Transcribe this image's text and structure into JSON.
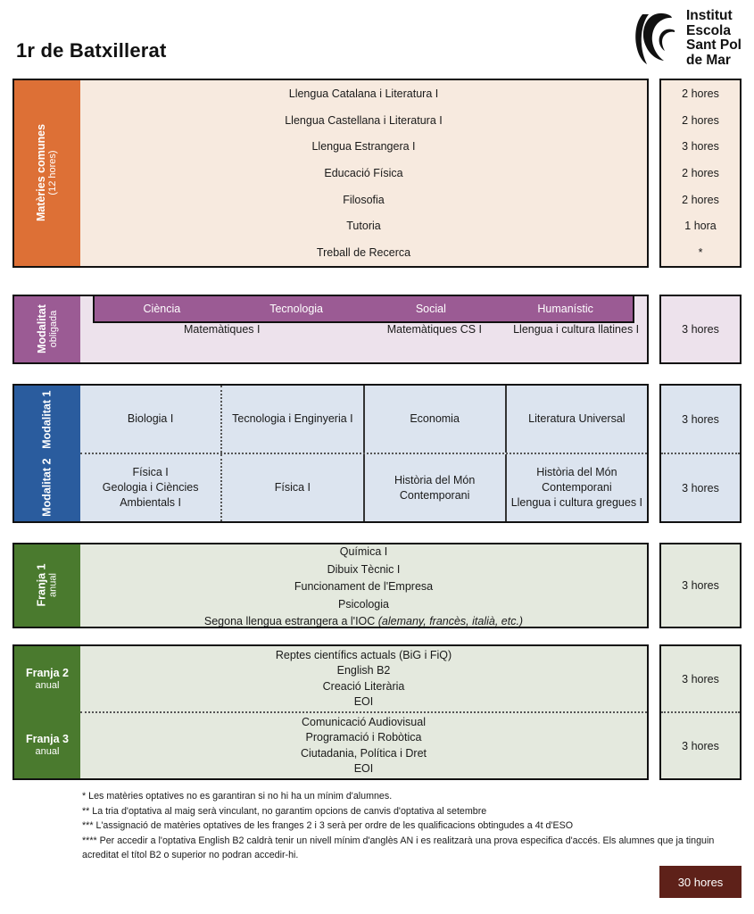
{
  "header": {
    "title": "1r de Batxillerat",
    "logo": {
      "icon": "institut-escola-logo-mark",
      "line1": "Institut",
      "line2": "Escola",
      "line3": "Sant Pol",
      "line4": "de Mar"
    }
  },
  "colors": {
    "comunes_side": "#DD7036",
    "comunes_body": "#F7EADF",
    "modalitat_side": "#9B5B94",
    "modalitat_body": "#EDE2EC",
    "blue_side": "#2A5C9E",
    "blue_body": "#DCE4EF",
    "green_side": "#4A7A2E",
    "green_body": "#E4E9DE",
    "total_badge": "#5E2119"
  },
  "comunes": {
    "label_main": "Matèries comunes",
    "label_sub": "(12 hores)",
    "subjects": [
      {
        "name": "Llengua Catalana i Literatura I",
        "hours": "2 hores"
      },
      {
        "name": "Llengua Castellana i Literatura I",
        "hours": "2 hores"
      },
      {
        "name": "Llengua Estrangera I",
        "hours": "3 hores"
      },
      {
        "name": "Educació Física",
        "hours": "2 hores"
      },
      {
        "name": "Filosofia",
        "hours": "2 hores"
      },
      {
        "name": "Tutoria",
        "hours": "1 hora"
      },
      {
        "name": "Treball de Recerca",
        "hours": "*"
      }
    ]
  },
  "modalitat_obligada": {
    "label_main": "Modalitat",
    "label_sub": "obligada",
    "columns": [
      "Ciència",
      "Tecnologia",
      "Social",
      "Humanístic"
    ],
    "cells": [
      "Matemàtiques I",
      "",
      "Matemàtiques CS I",
      "Llengua i cultura llatines I"
    ],
    "hours": "3 hores"
  },
  "modalitats": {
    "row1": {
      "label_main": "Modalitat 1",
      "cells": [
        "Biologia I",
        "Tecnologia i Enginyeria I",
        "Economia",
        "Literatura Universal"
      ],
      "hours": "3 hores"
    },
    "row2": {
      "label_main": "Modalitat 2",
      "cells": [
        "Física I\nGeologia i Ciències\nAmbientals I",
        "Física I",
        "Història del Món\nContemporani",
        "Història del Món\nContemporani\nLlengua i cultura gregues I"
      ],
      "hours": "3 hores"
    }
  },
  "franja1": {
    "label_main": "Franja 1",
    "label_sub": "anual",
    "items": [
      "Química I",
      "Dibuix Tècnic I",
      "Funcionament de l'Empresa",
      "Psicologia"
    ],
    "last_item_plain": "Segona llengua estrangera a l'IOC",
    "last_item_italic": "(alemany, francès, italià, etc.)",
    "hours": "3 hores"
  },
  "franja2": {
    "label_main": "Franja 2",
    "label_sub": "anual",
    "items": [
      "Reptes científics actuals (BiG i FiQ)",
      "English B2",
      "Creació Literària",
      "EOI"
    ],
    "hours": "3 hores"
  },
  "franja3": {
    "label_main": "Franja 3",
    "label_sub": "anual",
    "items": [
      "Comunicació Audiovisual",
      "Programació i Robòtica",
      "Ciutadania, Política i Dret",
      "EOI"
    ],
    "hours": "3 hores"
  },
  "notes": [
    "* Les matèries optatives no es garantiran si no hi ha un mínim d'alumnes.",
    "** La tria d'optativa al maig serà vinculant, no garantim opcions de canvis d'optativa al setembre",
    "*** L'assignació de matèries optatives de les franges 2 i 3 serà per ordre de les qualificacions obtingudes a 4t d'ESO",
    "**** Per accedir a l'optativa  English B2 caldrà tenir un nivell mínim d'anglès AN i es realitzarà una prova especifica d'accés. Els alumnes que ja tinguin acreditat el títol B2 o superior no podran accedir-hi."
  ],
  "total": {
    "label": "30 hores"
  }
}
